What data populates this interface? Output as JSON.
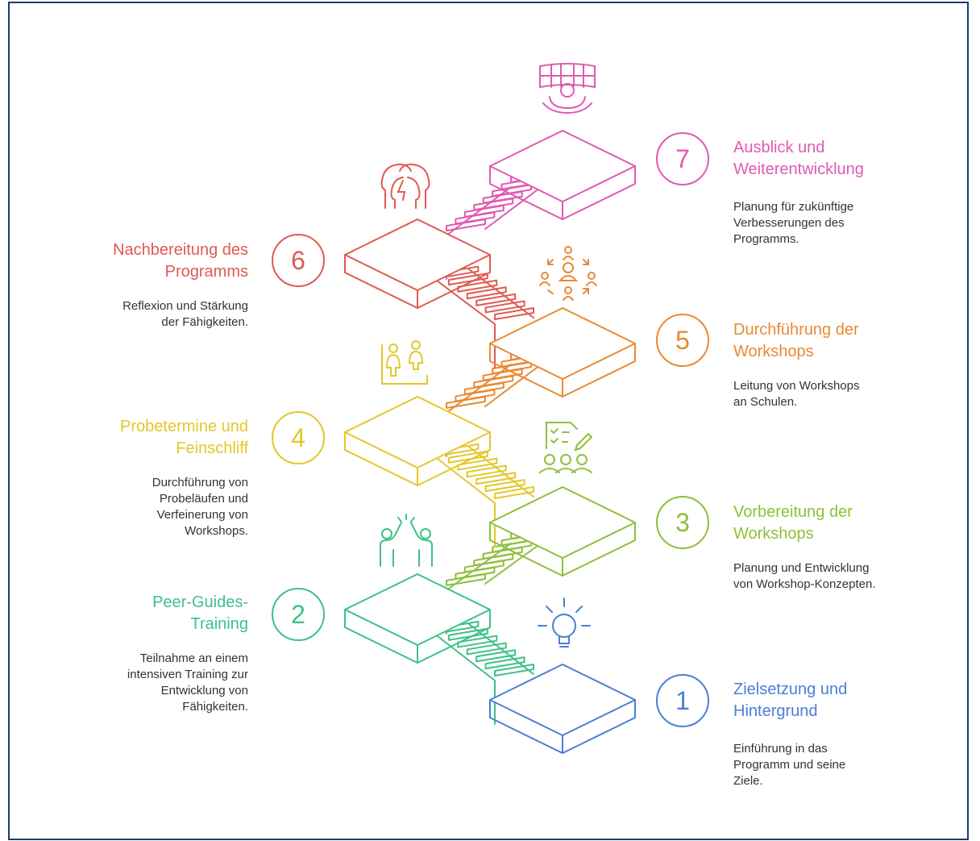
{
  "steps": [
    {
      "number": "1",
      "title_line1": "Zielsetzung und",
      "title_line2": "Hintergrund",
      "desc": [
        "Einführung in das",
        "Programm und seine",
        "Ziele."
      ],
      "color": "#4a7fd6",
      "icon": "lightbulb-icon"
    },
    {
      "number": "2",
      "title_line1": "Peer-Guides-",
      "title_line2": "Training",
      "desc": [
        "Teilnahme an einem",
        "intensiven Training zur",
        "Entwicklung von",
        "Fähigkeiten."
      ],
      "color": "#3fc08a",
      "icon": "high-five-icon"
    },
    {
      "number": "3",
      "title_line1": "Vorbereitung der",
      "title_line2": "Workshops",
      "desc": [
        "Planung und Entwicklung",
        "von Workshop-Konzepten."
      ],
      "color": "#8fbf3a",
      "icon": "checklist-team-icon"
    },
    {
      "number": "4",
      "title_line1": "Probetermine und",
      "title_line2": "Feinschliff",
      "desc": [
        "Durchführung von",
        "Probeläufen und",
        "Verfeinerung von",
        "Workshops."
      ],
      "color": "#e3c72a",
      "icon": "rehearsal-people-icon"
    },
    {
      "number": "5",
      "title_line1": "Durchführung der",
      "title_line2": "Workshops",
      "desc": [
        "Leitung von Workshops",
        "an Schulen."
      ],
      "color": "#e88a35",
      "icon": "group-circle-icon"
    },
    {
      "number": "6",
      "title_line1": "Nachbereitung des",
      "title_line2": "Programms",
      "desc": [
        "Reflexion und Stärkung",
        "der Fähigkeiten."
      ],
      "color": "#e05a52",
      "icon": "reflection-heads-icon"
    },
    {
      "number": "7",
      "title_line1": "Ausblick und",
      "title_line2": "Weiterentwicklung",
      "desc": [
        "Planung für zukünftige",
        "Verbesserungen des",
        "Programms."
      ],
      "color": "#e05ab0",
      "icon": "vision-person-icon"
    }
  ]
}
